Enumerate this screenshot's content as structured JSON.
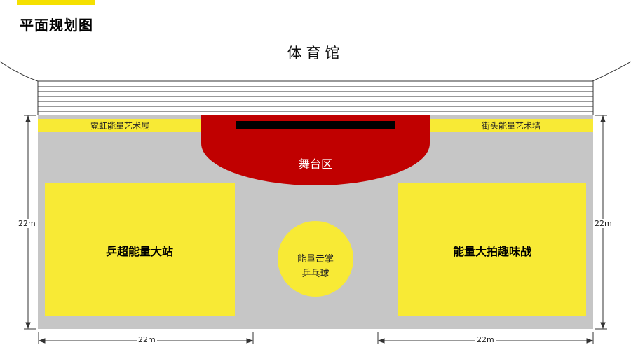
{
  "page_title": "平面规划图",
  "labels": {
    "gym": "体育馆",
    "neon_art": "霓虹能量艺术展",
    "street_art": "街头能量艺术墙",
    "stage": "舞台区",
    "zone_left": "乒超能量大站",
    "zone_right": "能量大拍趣味战",
    "center_line1": "能量击掌",
    "center_line2": "乒乓球"
  },
  "dimensions": {
    "left_height": "22m",
    "right_height": "22m",
    "left_width": "22m",
    "right_width": "22m"
  },
  "colors": {
    "accent": "#f5e000",
    "zone_yellow": "#f8ea35",
    "floor_gray": "#c6c6c6",
    "stage_red": "#c00000"
  }
}
